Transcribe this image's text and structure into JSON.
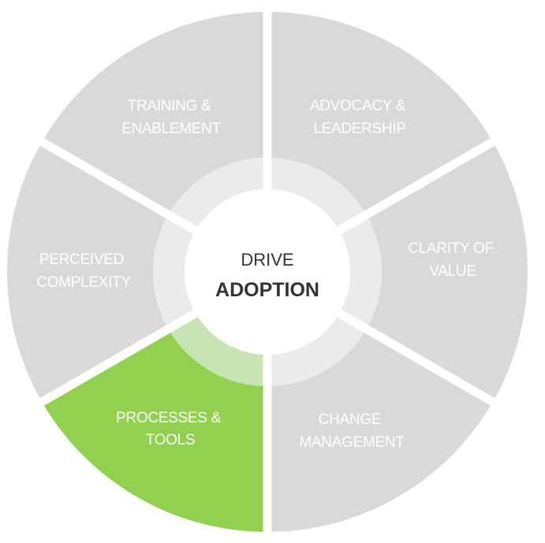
{
  "center": {
    "line1": "DRIVE",
    "line2": "ADOPTION"
  },
  "segments": [
    {
      "key": "training",
      "lines": [
        "TRAINING &",
        "ENABLEMENT"
      ],
      "highlighted": false
    },
    {
      "key": "advocacy",
      "lines": [
        "ADVOCACY &",
        "LEADERSHIP"
      ],
      "highlighted": false
    },
    {
      "key": "clarity",
      "lines": [
        "CLARITY OF",
        "VALUE"
      ],
      "highlighted": false
    },
    {
      "key": "change",
      "lines": [
        "CHANGE",
        "MANAGEMENT"
      ],
      "highlighted": false
    },
    {
      "key": "processes",
      "lines": [
        "PROCESSES &",
        "TOOLS"
      ],
      "highlighted": true
    },
    {
      "key": "perceived",
      "lines": [
        "PERCEIVED",
        "COMPLEXITY"
      ],
      "highlighted": false
    }
  ],
  "colors": {
    "segment": "#d9d9d9",
    "segment_highlight": "#92d050",
    "ring": "#ebebeb",
    "ring_highlight": "#c9e4b4",
    "hub": "#ffffff",
    "gap": "#ffffff",
    "label": "#ffffff",
    "hub_text": "#333333"
  }
}
